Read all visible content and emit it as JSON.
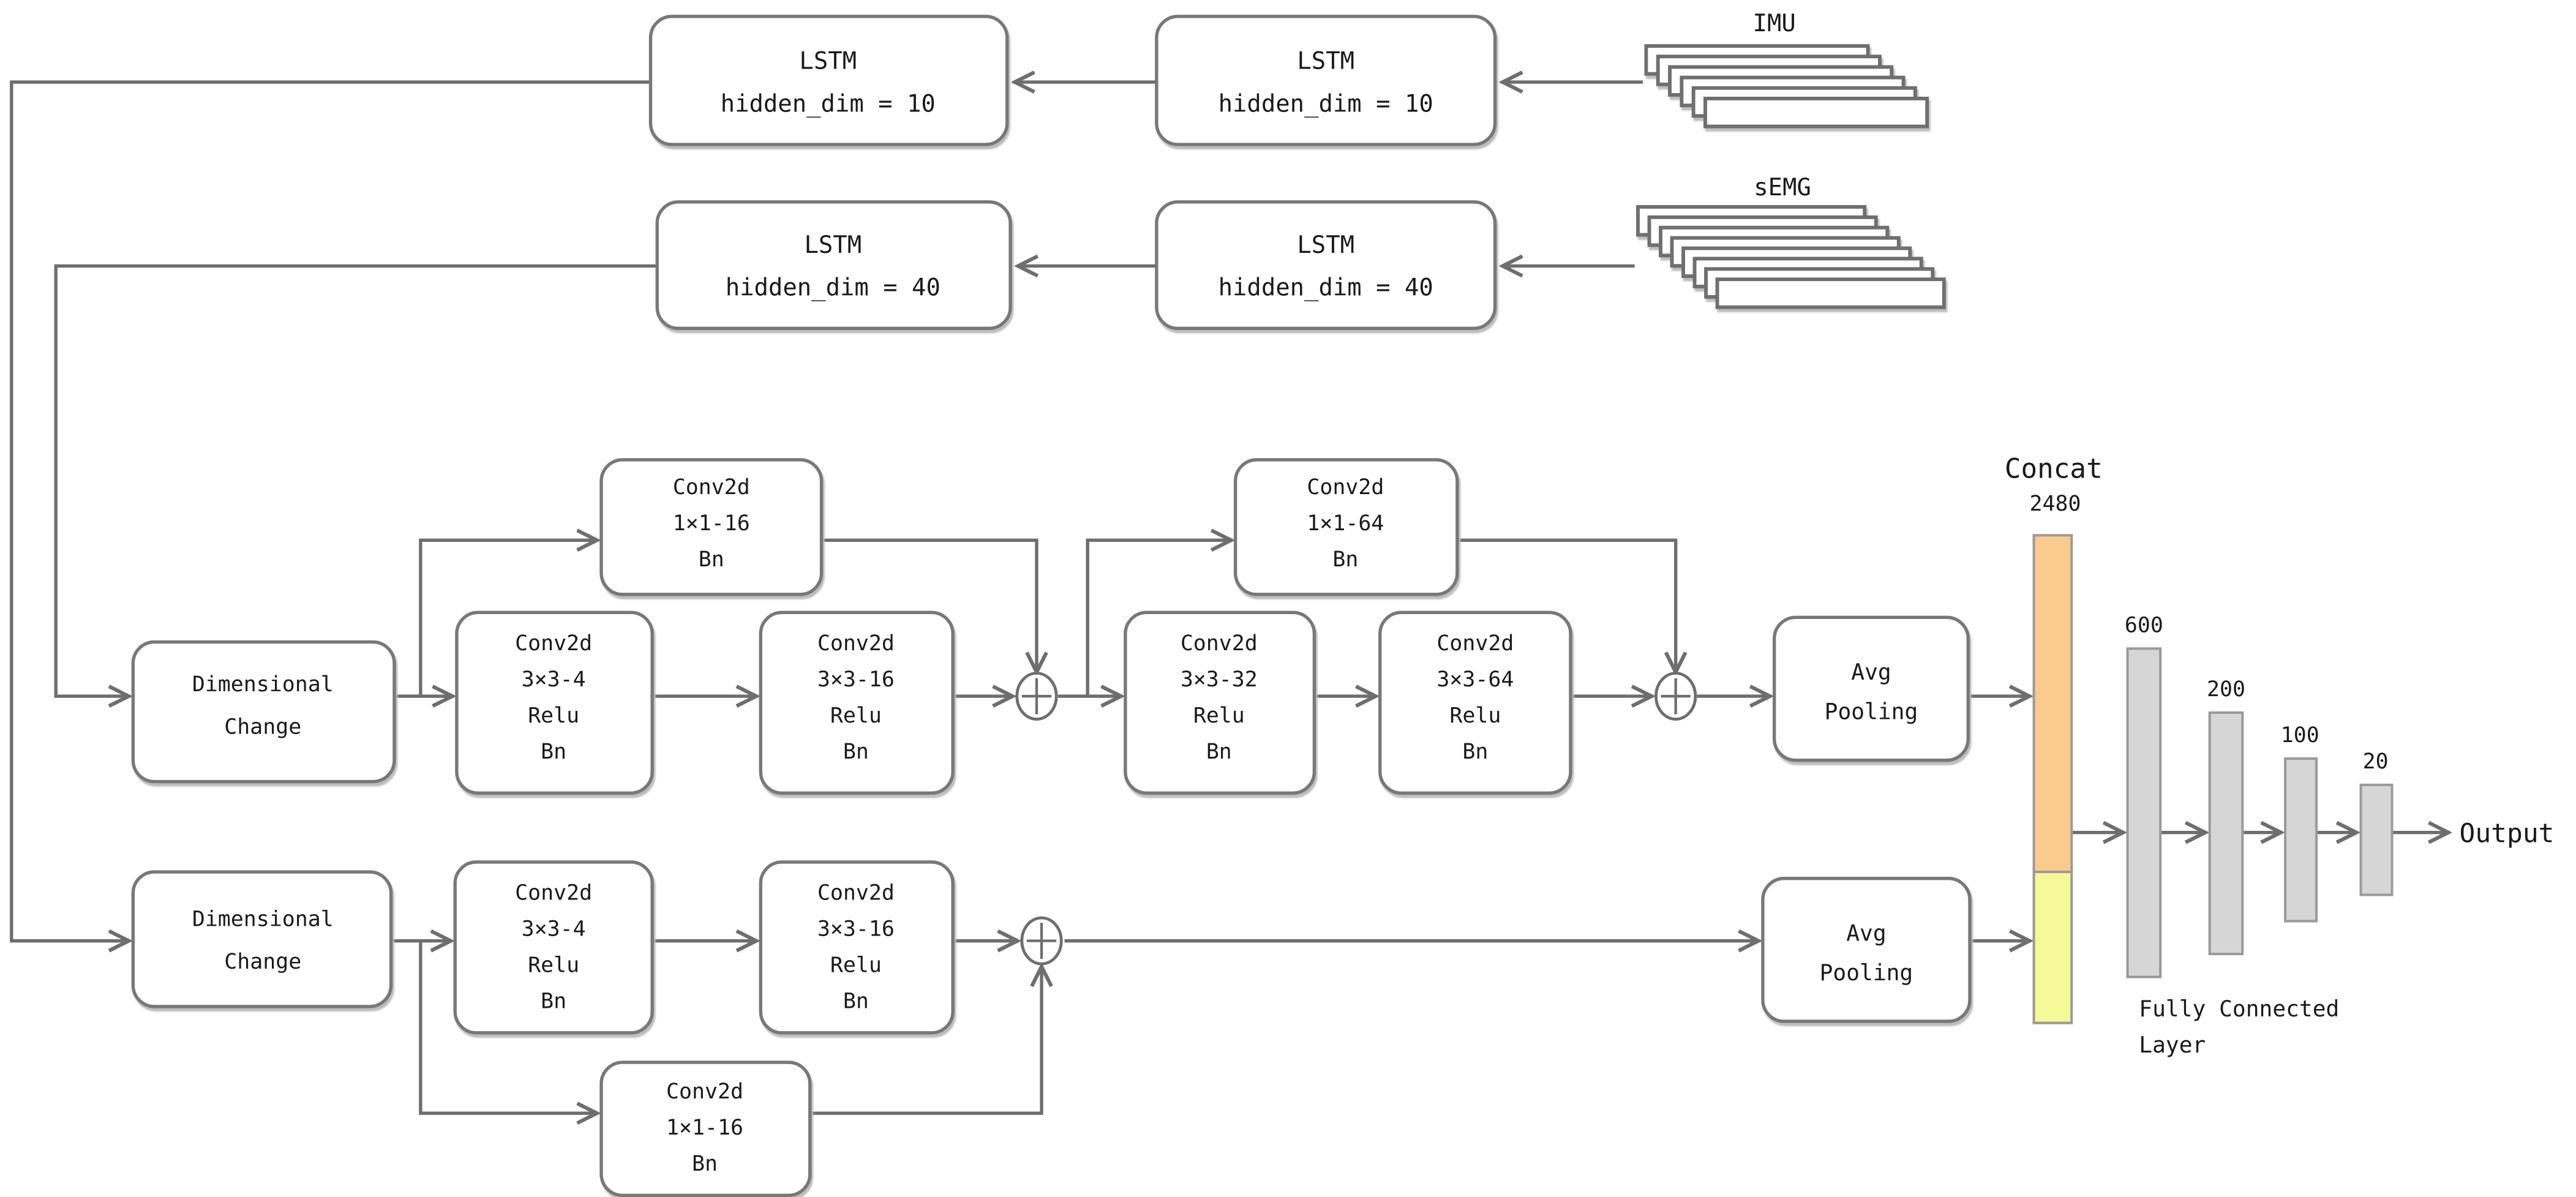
{
  "inputs": {
    "imu": {
      "label": "IMU",
      "stack_layers": 6
    },
    "semg": {
      "label": "sEMG",
      "stack_layers": 8
    }
  },
  "lstm": {
    "imu": [
      "LSTM",
      "hidden_dim = 10"
    ],
    "semg": [
      "LSTM",
      "hidden_dim = 40"
    ]
  },
  "blocks": {
    "dimensional_change": [
      "Dimensional",
      "Change"
    ],
    "conv_3x3_4": [
      "Conv2d",
      "3×3-4",
      "Relu",
      "Bn"
    ],
    "conv_3x3_16": [
      "Conv2d",
      "3×3-16",
      "Relu",
      "Bn"
    ],
    "conv_1x1_16": [
      "Conv2d",
      "1×1-16",
      "Bn"
    ],
    "conv_3x3_32": [
      "Conv2d",
      "3×3-32",
      "Relu",
      "Bn"
    ],
    "conv_3x3_64": [
      "Conv2d",
      "3×3-64",
      "Relu",
      "Bn"
    ],
    "conv_1x1_64": [
      "Conv2d",
      "1×1-64",
      "Bn"
    ],
    "avg_pooling": [
      "Avg",
      "Pooling"
    ]
  },
  "concat": {
    "label": "Concat",
    "size": "2480",
    "top_color": "#FBCB8E",
    "bottom_color": "#F5F998"
  },
  "fully_connected": {
    "sizes": [
      "600",
      "200",
      "100",
      "20"
    ],
    "caption": [
      "Fully Connected",
      "Layer"
    ],
    "bar_color": "#D6D6D6"
  },
  "output": {
    "label": "Output"
  },
  "colors": {
    "line": "#6E6E6E",
    "box_border": "#787878"
  }
}
